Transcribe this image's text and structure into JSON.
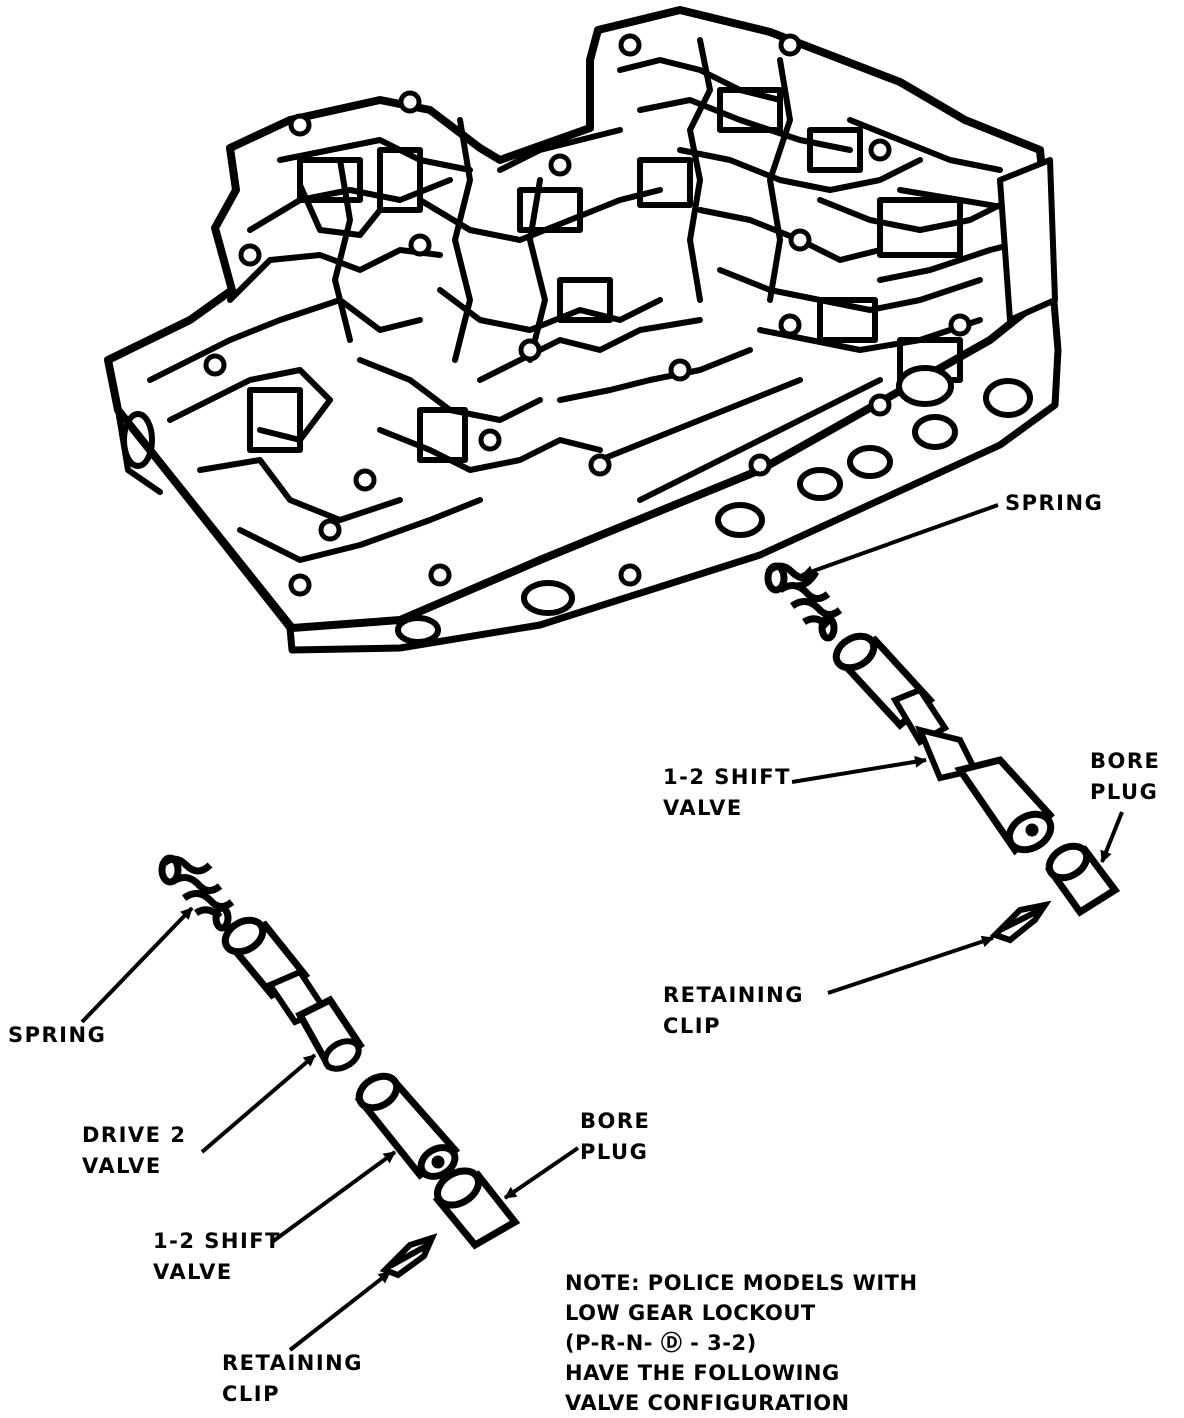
{
  "labels": {
    "upper": {
      "spring": "SPRING",
      "shift_valve": [
        "1-2 SHIFT",
        "VALVE"
      ],
      "bore_plug": [
        "BORE",
        "PLUG"
      ],
      "retaining_clip": [
        "RETAINING",
        "CLIP"
      ]
    },
    "lower": {
      "spring": "SPRING",
      "drive2_valve": [
        "DRIVE 2",
        "VALVE"
      ],
      "shift_valve": [
        "1-2 SHIFT",
        "VALVE"
      ],
      "bore_plug": [
        "BORE",
        "PLUG"
      ],
      "retaining_clip": [
        "RETAINING",
        "CLIP"
      ]
    }
  },
  "note": [
    "NOTE:  POLICE MODELS WITH",
    "LOW GEAR LOCKOUT",
    "(P-R-N- Ⓓ - 3-2)",
    "HAVE THE FOLLOWING",
    "VALVE CONFIGURATION"
  ],
  "colors": {
    "ink": "#000000",
    "paper": "#ffffff"
  }
}
